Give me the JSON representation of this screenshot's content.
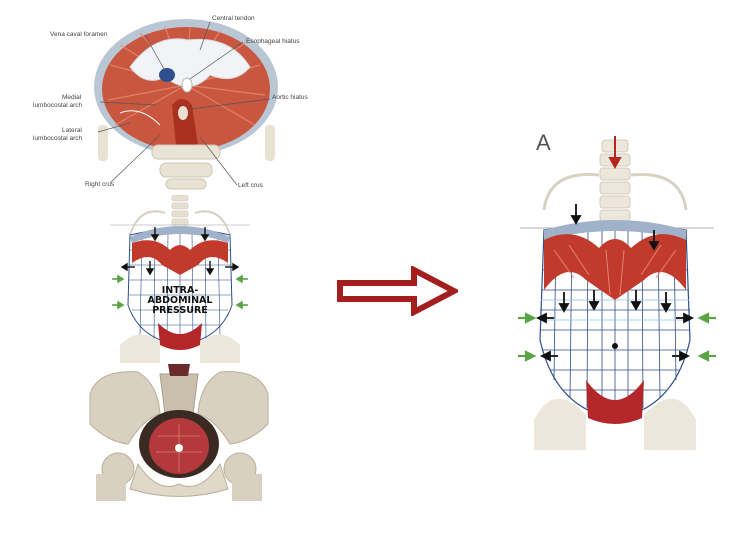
{
  "diaphragm_labels": {
    "vena_caval_foramen": "Vena caval foramen",
    "central_tendon": "Central tendon",
    "esophageal_hiatus": "Esophageal hiatus",
    "medial_arch_1": "Medial",
    "medial_arch_2": "lumbocostal arch",
    "aortic_hiatus": "Aortic hiatus",
    "lateral_arch_1": "Lateral",
    "lateral_arch_2": "lumbocostal arch",
    "right_crus": "Right crus",
    "left_crus": "Left crus"
  },
  "pressure_label_1": "INTRA-ABDOMINAL",
  "pressure_label_2": "PRESSURE",
  "panel_letter": "A",
  "colors": {
    "muscle": "#c8533f",
    "muscle_dark": "#9b2a22",
    "tendon": "#eef1f5",
    "bone": "#ece7da",
    "grid": "#2d4d8a",
    "arrow_red": "#b5261e",
    "arrow_green": "#5aa445"
  }
}
